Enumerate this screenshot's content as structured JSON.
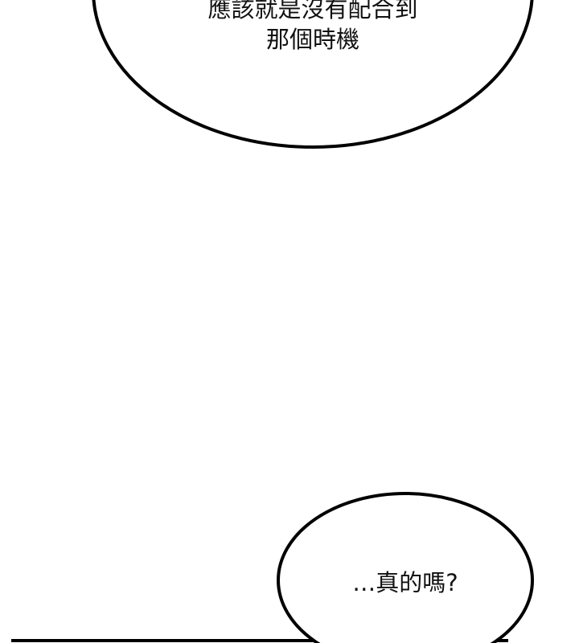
{
  "panels": {
    "bubble_top": {
      "lines": [
        "應該就是沒有配合到",
        "那個時機"
      ]
    },
    "bubble_bottom": {
      "text": "…真的嗎?"
    }
  },
  "colors": {
    "background": "#ffffff",
    "ink": "#000000"
  }
}
